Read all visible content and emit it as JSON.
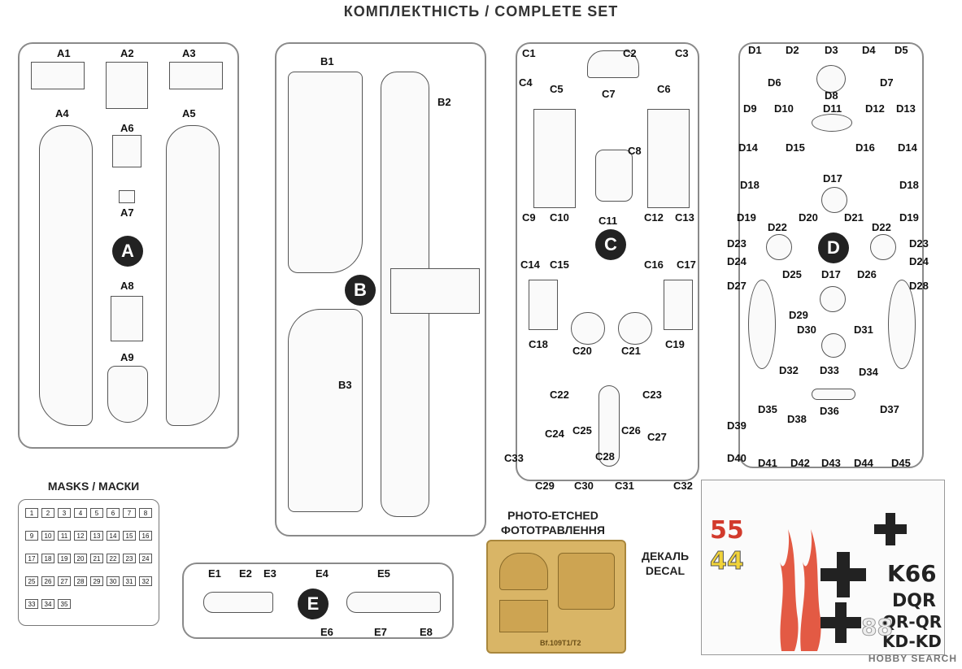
{
  "title": "КОМПЛЕКТНІСТЬ / COMPLETE SET",
  "sprue_a": {
    "badge": "A",
    "labels": [
      "A1",
      "A2",
      "A3",
      "A4",
      "A5",
      "A6",
      "A7",
      "A8",
      "A9"
    ]
  },
  "sprue_b": {
    "badge": "B",
    "labels": [
      "B1",
      "B2",
      "B3"
    ]
  },
  "sprue_c": {
    "badge": "C",
    "labels": [
      "C1",
      "C2",
      "C3",
      "C4",
      "C5",
      "C6",
      "C7",
      "C8",
      "C9",
      "C10",
      "C11",
      "C12",
      "C13",
      "C14",
      "C15",
      "C16",
      "C17",
      "C18",
      "C19",
      "C20",
      "C21",
      "C22",
      "C23",
      "C24",
      "C25",
      "C26",
      "C27",
      "C28",
      "C29",
      "C30",
      "C31",
      "C32",
      "C33"
    ]
  },
  "sprue_d": {
    "badge": "D",
    "labels": [
      "D1",
      "D2",
      "D3",
      "D4",
      "D5",
      "D6",
      "D7",
      "D8",
      "D9",
      "D10",
      "D11",
      "D12",
      "D13",
      "D14",
      "D15",
      "D16",
      "D14",
      "D17",
      "D18",
      "D18",
      "D19",
      "D20",
      "D21",
      "D19",
      "D22",
      "D22",
      "D23",
      "D23",
      "D24",
      "D24",
      "D25",
      "D17",
      "D26",
      "D27",
      "D28",
      "D29",
      "D30",
      "D31",
      "D32",
      "D33",
      "D34",
      "D35",
      "D36",
      "D37",
      "D38",
      "D39",
      "D40",
      "D41",
      "D42",
      "D43",
      "D44",
      "D45"
    ]
  },
  "sprue_e": {
    "badge": "E",
    "labels": [
      "E1",
      "E2",
      "E3",
      "E4",
      "E5",
      "E6",
      "E7",
      "E8"
    ]
  },
  "masks": {
    "title": "MASKS / МАСКИ",
    "numbers": [
      "1",
      "2",
      "3",
      "4",
      "5",
      "6",
      "7",
      "8",
      "9",
      "10",
      "11",
      "12",
      "13",
      "14",
      "15",
      "16",
      "17",
      "18",
      "19",
      "20",
      "21",
      "22",
      "23",
      "24",
      "25",
      "26",
      "27",
      "28",
      "29",
      "30",
      "31",
      "32",
      "33",
      "34",
      "35"
    ]
  },
  "photo_etched": {
    "title_line1": "PHOTO-ETCHED",
    "title_line2": "ФОТОТРАВЛЕННЯ",
    "code": "Bf.109T1/T2"
  },
  "decal": {
    "title_line1": "ДЕКАЛЬ",
    "title_line2": "DECAL",
    "codes": [
      "55",
      "44",
      "K66",
      "DQR",
      "QR-QR",
      "KD-KD",
      "88"
    ],
    "code_colors": {
      "red": "#d23a2c",
      "yellow": "#f1d33a",
      "dark": "#222222"
    }
  },
  "watermark": "HOBBY SEARCH"
}
